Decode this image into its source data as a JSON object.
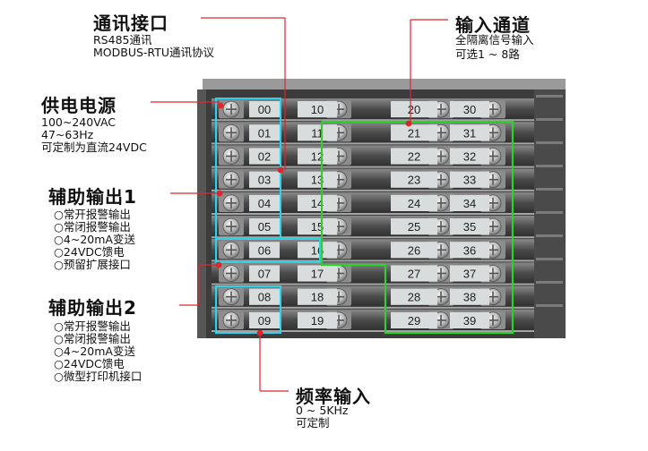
{
  "comm": {
    "title": "通讯接口",
    "lines": [
      "RS485通讯",
      "MODBUS-RTU通讯协议"
    ]
  },
  "input_channel": {
    "title": "输入通道",
    "lines": [
      "全隔离信号输入",
      "可选1 ~ 8路"
    ]
  },
  "power": {
    "title": "供电电源",
    "lines": [
      "100~240VAC",
      "47~63Hz",
      "可定制为直流24VDC"
    ]
  },
  "aux1": {
    "title": "辅助输出1",
    "options": [
      "○常开报警输出",
      "○常闭报警输出",
      "○4~20mA变送",
      "○24VDC馈电",
      "○预留扩展接口"
    ]
  },
  "aux2": {
    "title": "辅助输出2",
    "options": [
      "○常开报警输出",
      "○常闭报警输出",
      "○4~20mA变送",
      "○24VDC馈电",
      "○微型打印机接口"
    ]
  },
  "freq": {
    "title": "频率输入",
    "lines": [
      "0 ~ 5KHz",
      "可定制"
    ]
  },
  "terminals": {
    "col0": [
      "00",
      "01",
      "02",
      "03",
      "04",
      "05",
      "06",
      "07",
      "08",
      "09"
    ],
    "col1": [
      "10",
      "11",
      "12",
      "13",
      "14",
      "15",
      "16",
      "17",
      "18",
      "19"
    ],
    "col2": [
      "20",
      "21",
      "22",
      "23",
      "24",
      "25",
      "26",
      "27",
      "28",
      "29"
    ],
    "col3": [
      "30",
      "31",
      "32",
      "33",
      "34",
      "35",
      "36",
      "37",
      "38",
      "39"
    ]
  },
  "colors": {
    "callout": "#e0262a",
    "group_cyan": "#2fd0e8",
    "group_green": "#2dd12d",
    "housing": "#5c5c5c",
    "label_bg": "#d9dcdc"
  }
}
